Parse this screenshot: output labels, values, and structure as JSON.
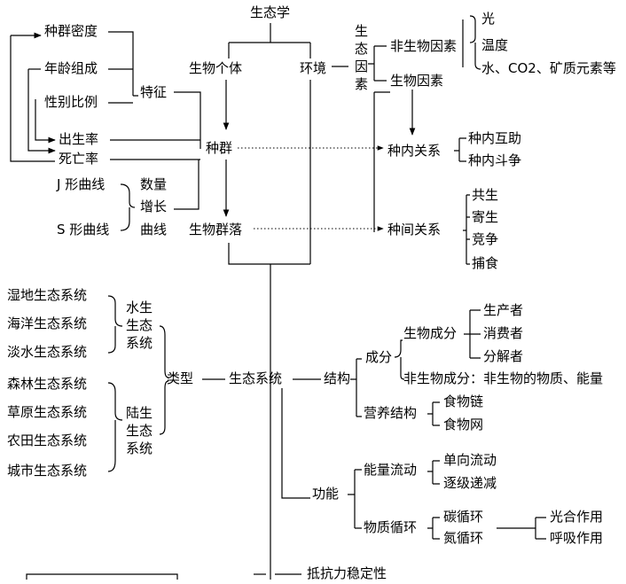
{
  "root": "生态学",
  "organism": "生物个体",
  "environment": "环境",
  "ecological_factors": "生态因素",
  "abiotic_factors": "非生物因素",
  "abiotic_list": [
    "光",
    "温度",
    "水、CO2、矿质元素等"
  ],
  "biotic_factors": "生物因素",
  "population": "种群",
  "community": "生物群落",
  "ecosystem": "生态系统",
  "population_traits": [
    "种群密度",
    "年龄组成",
    "性别比例",
    "出生率",
    "死亡率"
  ],
  "traits_label": "特征",
  "quantity_label": "数量",
  "growth_label": "增长",
  "curve_label": "曲线",
  "j_curve": "J 形曲线",
  "s_curve": "S 形曲线",
  "intraspecific": "种内关系",
  "intraspecific_list": [
    "种内互助",
    "种内斗争"
  ],
  "interspecific": "种间关系",
  "interspecific_list": [
    "共生",
    "寄生",
    "竞争",
    "捕食"
  ],
  "types_label": "类型",
  "aquatic_label": "水生生态系统",
  "aquatic_list": [
    "湿地生态系统",
    "海洋生态系统",
    "淡水生态系统"
  ],
  "terrestrial_label": "陆生生态系统",
  "terrestrial_list": [
    "森林生态系统",
    "草原生态系统",
    "农田生态系统",
    "城市生态系统"
  ],
  "structure_label": "结构",
  "components_label": "成分",
  "biotic_components": "生物成分",
  "biotic_components_list": [
    "生产者",
    "消费者",
    "分解者"
  ],
  "abiotic_components": "非生物成分：非生物的物质、能量",
  "trophic_structure": "营养结构",
  "trophic_list": [
    "食物链",
    "食物网"
  ],
  "function_label": "功能",
  "energy_flow": "能量流动",
  "energy_list": [
    "单向流动",
    "逐级递减"
  ],
  "matter_cycle": "物质循环",
  "cycle_list": [
    "碳循环",
    "氮循环"
  ],
  "carbon_processes": [
    "光合作用",
    "呼吸作用"
  ],
  "stability_partial": "抵抗力稳定性"
}
